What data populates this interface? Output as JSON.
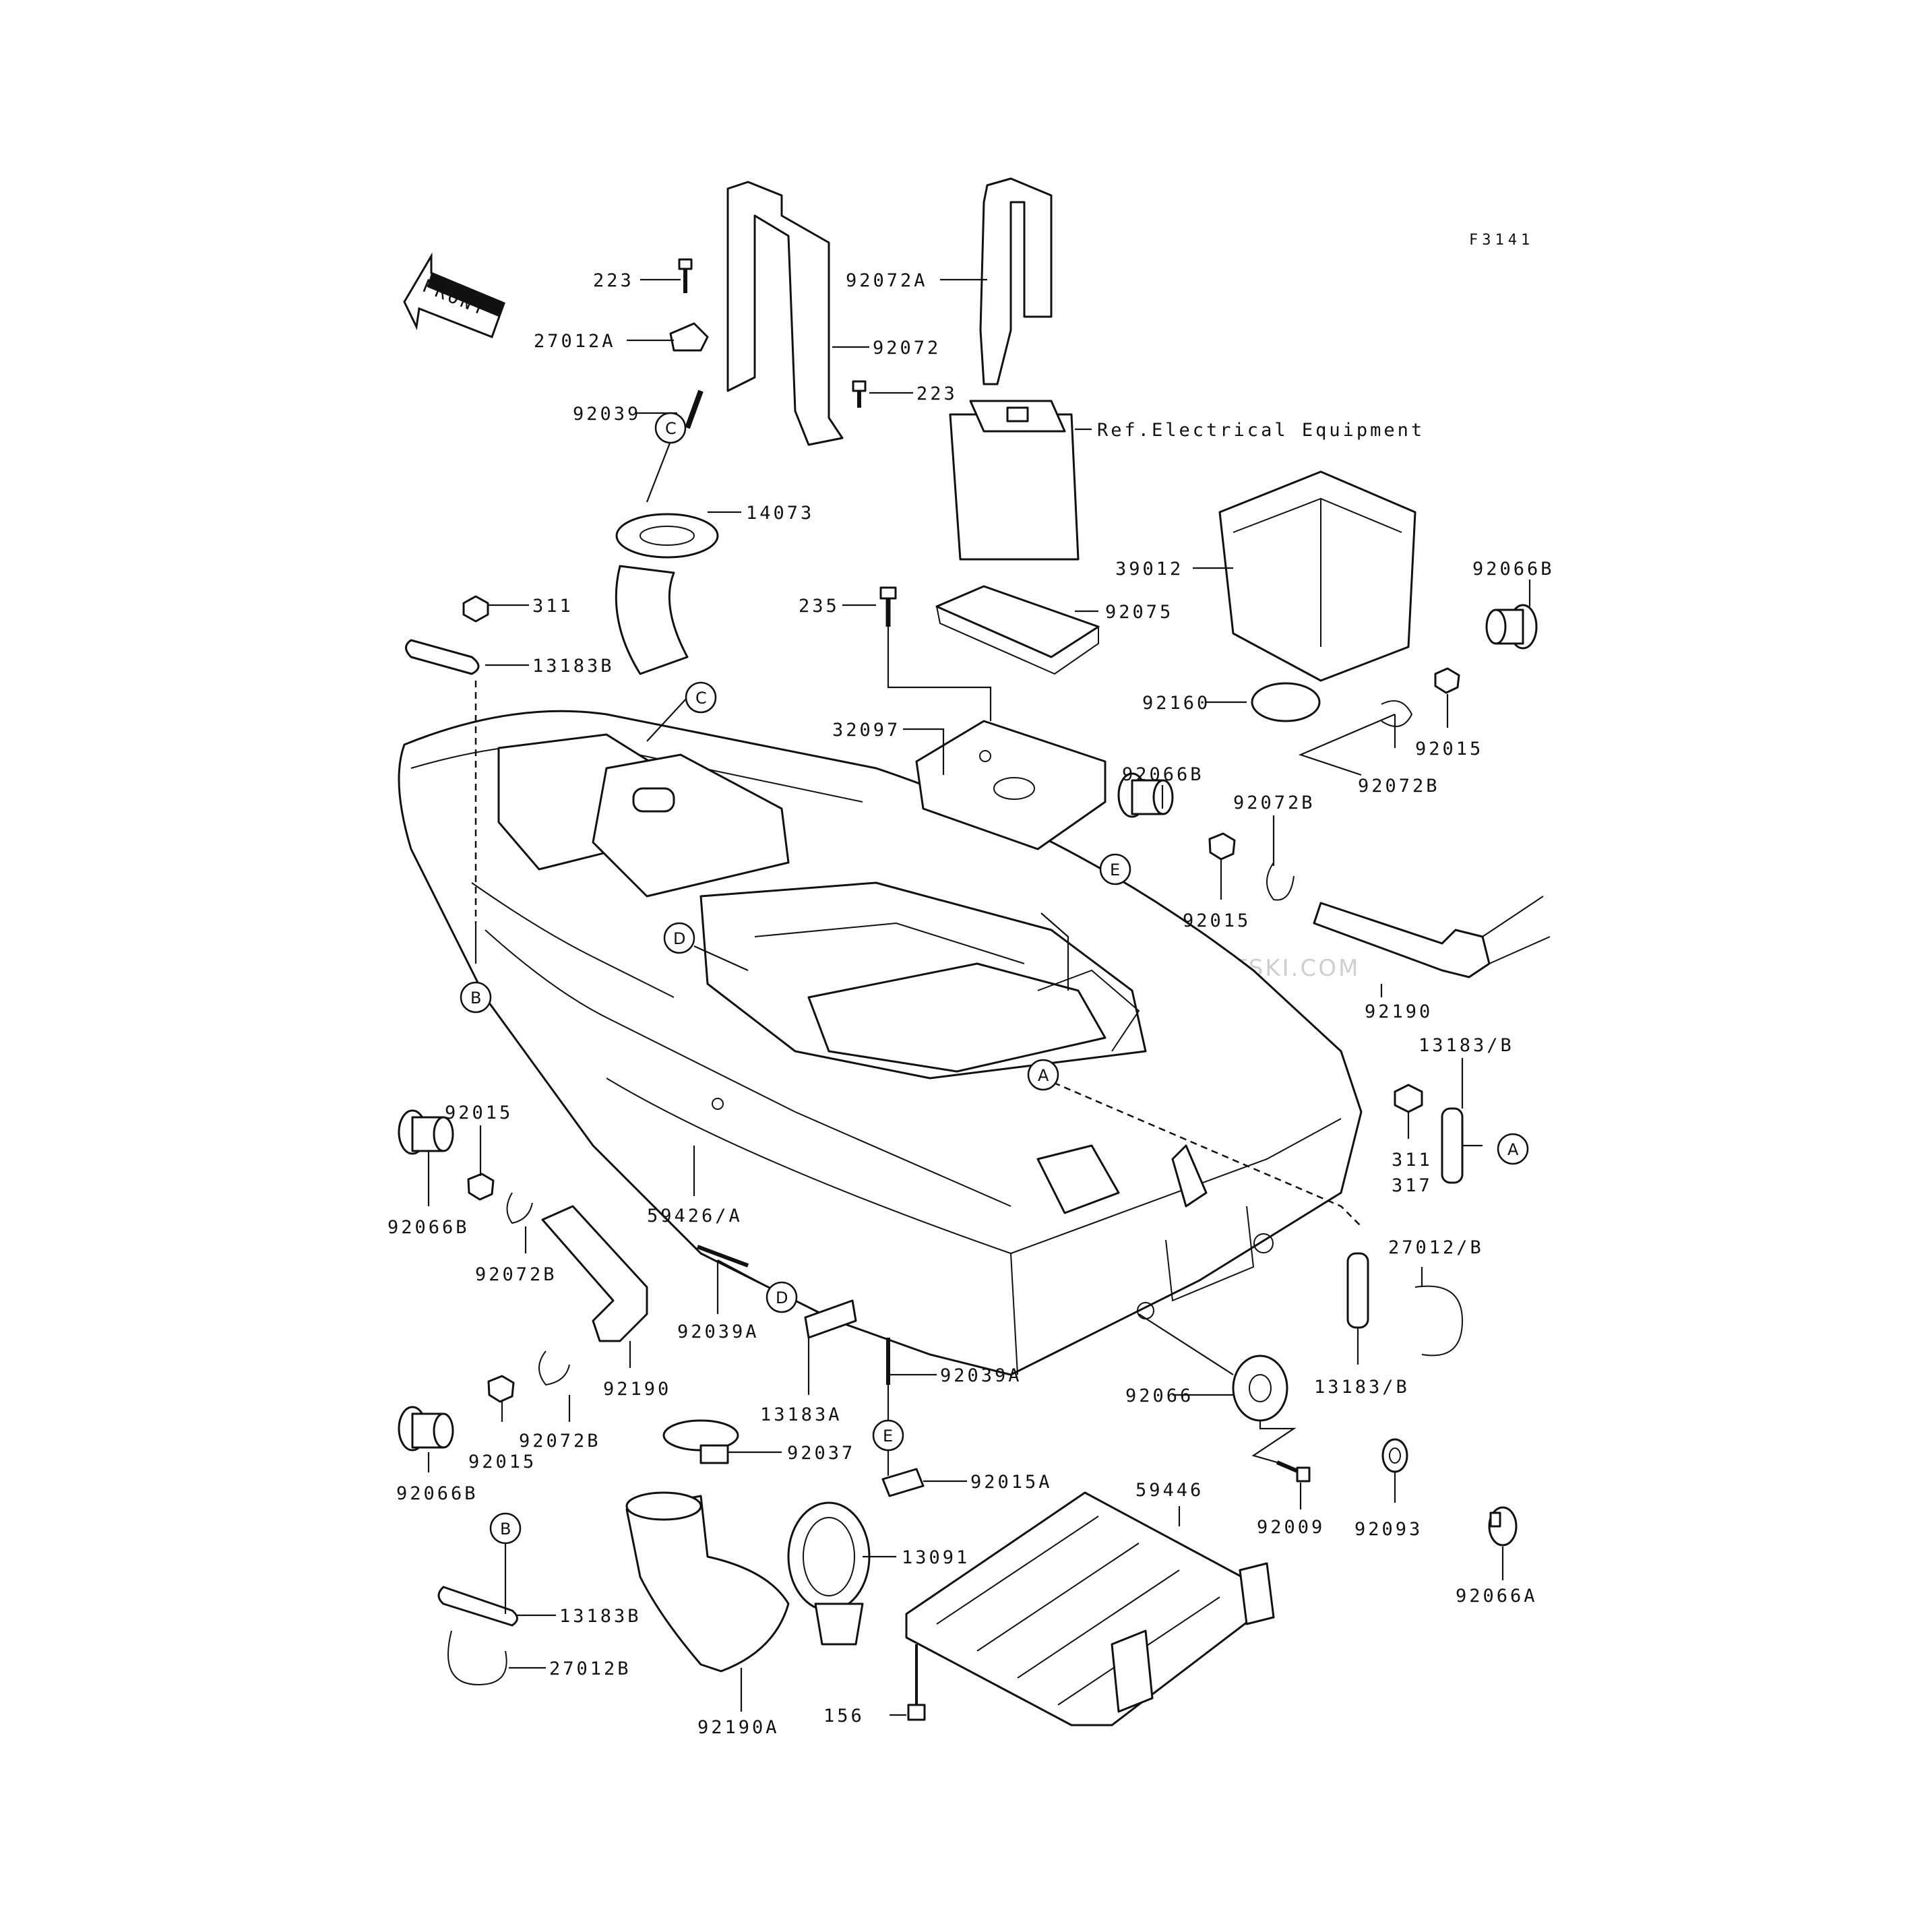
{
  "diagram": {
    "code": "F3141",
    "front_label": "FRONT",
    "watermark": "JETSKI.COM PROMO-JETSKI.COM PROMO-JETSKI.COM",
    "ref_note": "Ref.Electrical Equipment",
    "parts": {
      "p223a": "223",
      "p27012a": "27012A",
      "p92039": "92039",
      "p92072": "92072",
      "p223b": "223",
      "p92072a": "92072A",
      "p14073": "14073",
      "p311a": "311",
      "p13183b_top": "13183B",
      "p235": "235",
      "p92075": "92075",
      "p39012": "39012",
      "p92066b_tr": "92066B",
      "p32097": "32097",
      "p92160": "92160",
      "p92015_tr": "92015",
      "p92066b_mid": "92066B",
      "p92072b_tr": "92072B",
      "p92072b_mid": "92072B",
      "p92015_mid": "92015",
      "p92190_r": "92190",
      "p13183b_r": "13183/B",
      "p311b": "311",
      "p317": "317",
      "p92015_l": "92015",
      "p92066b_l": "92066B",
      "p59426a": "59426/A",
      "p27012b_r": "27012/B",
      "p92072b_l": "92072B",
      "p92039a_a": "92039A",
      "p13183b_r2": "13183/B",
      "p92190_l": "92190",
      "p13183a": "13183A",
      "p92039a_b": "92039A",
      "p92066": "92066",
      "p92072b_l2": "92072B",
      "p92015_l2": "92015",
      "p92066b_l2": "92066B",
      "p92037": "92037",
      "p92015a": "92015A",
      "p59446": "59446",
      "p92009": "92009",
      "p92093": "92093",
      "p92066a": "92066A",
      "p13091": "13091",
      "p13183b_bl": "13183B",
      "p27012b_bl": "27012B",
      "p156": "156",
      "p92190a": "92190A"
    },
    "callouts": {
      "c1": "C",
      "c2": "C",
      "d1": "D",
      "d2": "D",
      "e1": "E",
      "e2": "E",
      "a1": "A",
      "a2": "A",
      "b1": "B",
      "b2": "B"
    }
  }
}
